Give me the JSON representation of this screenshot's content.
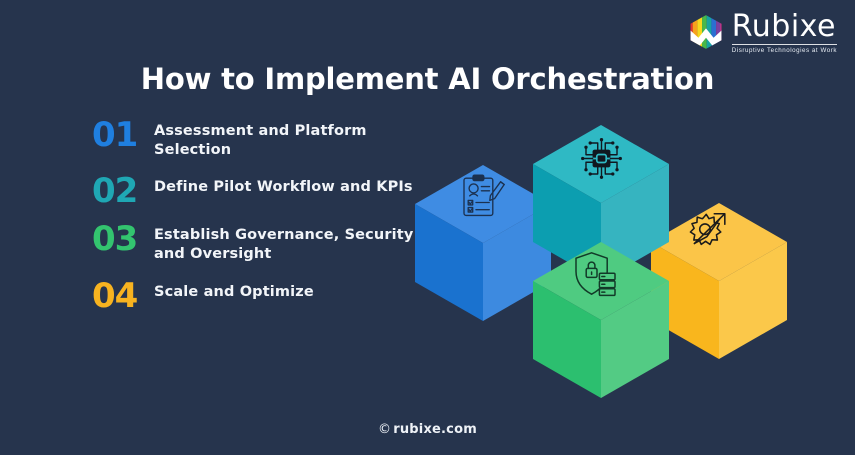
{
  "background_color": "#26344d",
  "logo": {
    "wordmark": "Rubixe",
    "tagline": "Disruptive Technologies at Work",
    "mark_icon": "rubixe-hexagon-logo-icon",
    "mark_colors": [
      "#e8312f",
      "#f6a21d",
      "#f6d91d",
      "#49b849",
      "#17a5a0",
      "#2b6fd1",
      "#7b3fa0",
      "#e8318c"
    ]
  },
  "header": {
    "title": "How to Implement AI Orchestration"
  },
  "steps": [
    {
      "number": "01",
      "label": "Assessment and Platform Selection",
      "color": "#1f7fe0"
    },
    {
      "number": "02",
      "label": "Define Pilot Workflow and KPIs",
      "color": "#1fa7b4"
    },
    {
      "number": "03",
      "label": "Establish Governance, Security and Oversight",
      "color": "#33c46f"
    },
    {
      "number": "04",
      "label": "Scale and Optimize",
      "color": "#f7b320"
    }
  ],
  "artwork": {
    "cubes": [
      {
        "name": "assessment-cube",
        "icon": "clipboard-profile-checklist-icon",
        "top_color": "#3f8ce3",
        "left_color": "#1a72cf",
        "right_color": "#3d8ae0"
      },
      {
        "name": "ai-platform-cube",
        "icon": "ai-chip-processor-icon",
        "top_color": "#2fb9c4",
        "left_color": "#0c9eb0",
        "right_color": "#36b4c0"
      },
      {
        "name": "governance-security-cube",
        "icon": "shield-lock-server-icon",
        "top_color": "#4fcb81",
        "left_color": "#2cbf6f",
        "right_color": "#53cb84"
      },
      {
        "name": "scale-optimize-cube",
        "icon": "gear-growth-arrow-icon",
        "top_color": "#fbc548",
        "left_color": "#f9b61d",
        "right_color": "#fbc84a"
      }
    ]
  },
  "footer": {
    "copyright_symbol": "©",
    "site": "rubixe.com"
  }
}
